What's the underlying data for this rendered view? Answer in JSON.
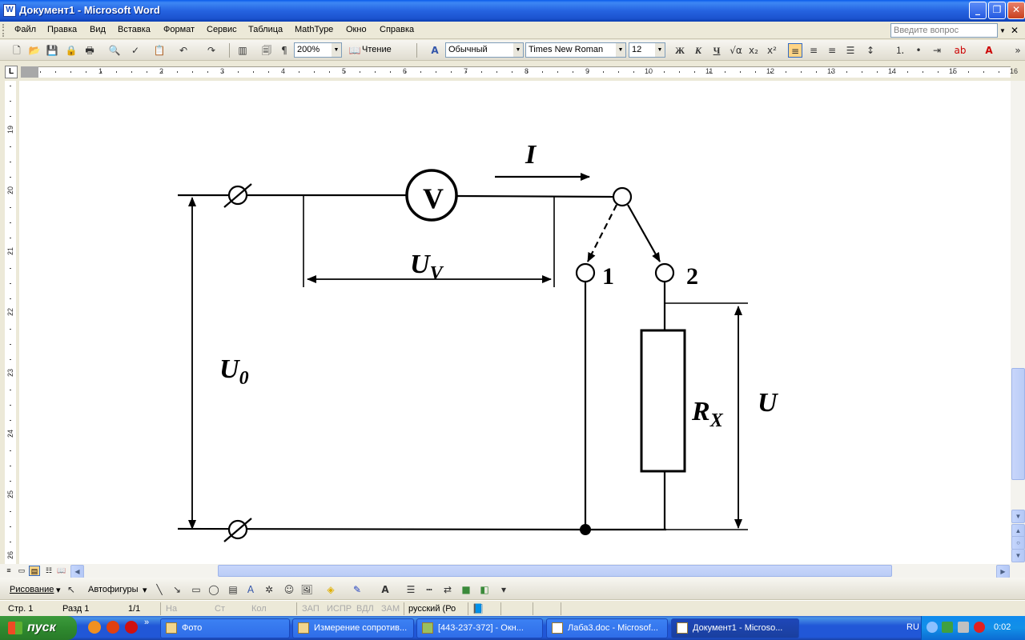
{
  "window": {
    "title": "Документ1 - Microsoft Word",
    "icon": "W"
  },
  "menu": {
    "items": [
      "Файл",
      "Правка",
      "Вид",
      "Вставка",
      "Формат",
      "Сервис",
      "Таблица",
      "MathType",
      "Окно",
      "Справка"
    ],
    "help_placeholder": "Введите вопрос"
  },
  "toolbar": {
    "zoom": "200%",
    "reading": "Чтение",
    "style": "Обычный",
    "font": "Times New Roman",
    "size": "12",
    "bold": "Ж",
    "italic": "К",
    "underline": "Ч"
  },
  "ruler": {
    "tab_selector": "L",
    "h_numbers": [
      "1",
      "2",
      "3",
      "4",
      "5",
      "6",
      "7",
      "8",
      "9",
      "10",
      "11",
      "12",
      "13",
      "14",
      "15",
      "16"
    ],
    "v_numbers": [
      "19",
      "20",
      "21",
      "22",
      "23",
      "24",
      "25",
      "26"
    ]
  },
  "diagram": {
    "voltmeter": "V",
    "current": "I",
    "uv_main": "U",
    "uv_sub": "V",
    "u0_main": "U",
    "u0_sub": "0",
    "rx_main": "R",
    "rx_sub": "X",
    "u_label": "U",
    "terminal_1": "1",
    "terminal_2": "2"
  },
  "drawing_toolbar": {
    "draw": "Рисование",
    "autoshapes": "Автофигуры"
  },
  "status": {
    "page": "Стр.  1",
    "section": "Разд  1",
    "pages": "1/1",
    "at": "На",
    "line": "Ст",
    "col": "Кол",
    "rec": "ЗАП",
    "trk": "ИСПР",
    "ext": "ВДЛ",
    "ovr": "ЗАМ",
    "language": "русский (Ро"
  },
  "taskbar": {
    "start": "пуск",
    "tasks": [
      "Фото",
      "Измерение сопротив...",
      "[443-237-372] - Окн...",
      "Лаба3.doc - Microsof...",
      "Документ1 - Microso..."
    ],
    "lang": "RU",
    "time": "0:02"
  },
  "colors": {
    "titlebar": "#2563E0",
    "taskbar": "#2157D7",
    "start": "#2F8A2F"
  }
}
